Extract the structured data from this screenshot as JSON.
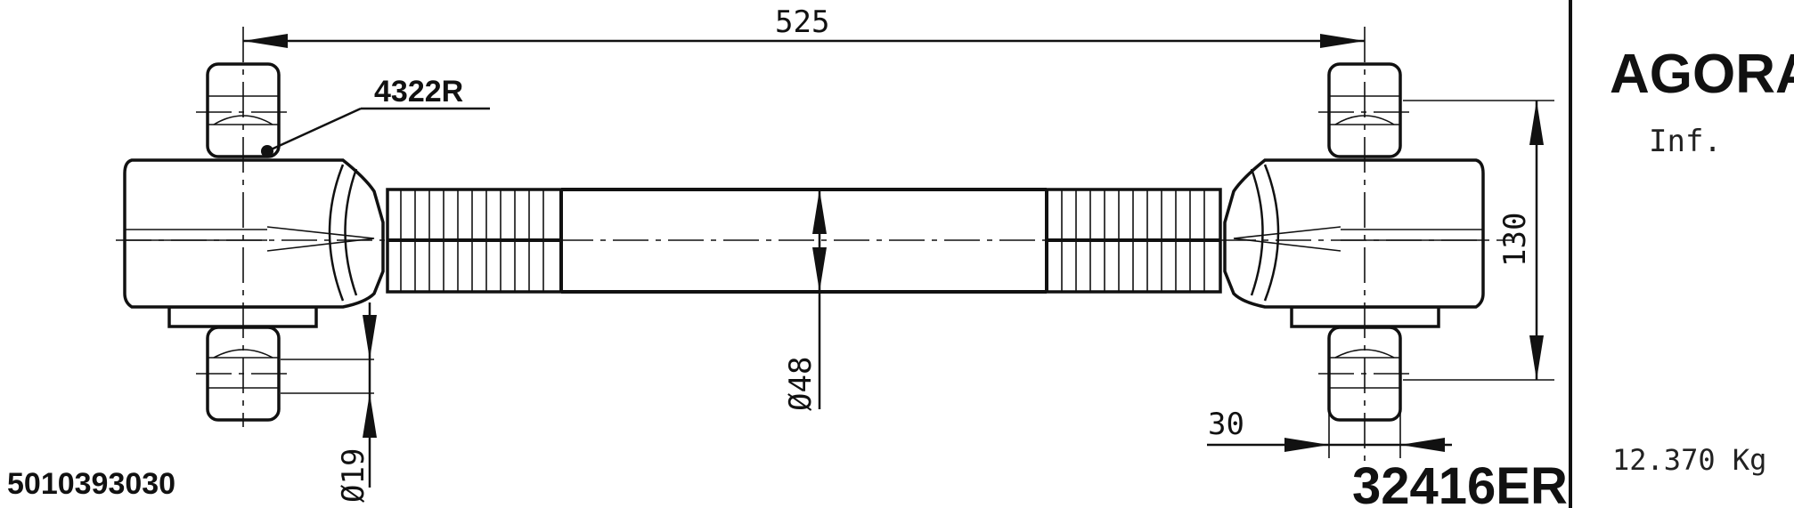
{
  "brand": "AGORA",
  "position": "Inf.",
  "part_number": "32416ER",
  "oem_code": "5010393030",
  "weight": "12.370 Kg",
  "bushing_ref": "4322R",
  "dimensions": {
    "length": "525",
    "height": "130",
    "tube_diameter": "Ø48",
    "pin_diameter": "Ø19",
    "pin_offset": "30"
  }
}
